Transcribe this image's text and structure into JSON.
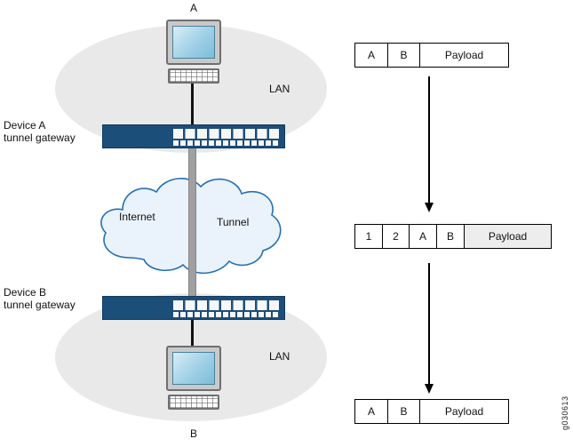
{
  "diagram": {
    "host_a_label": "A",
    "host_b_label": "B",
    "lan_top_label": "LAN",
    "lan_bottom_label": "LAN",
    "device_a_line1": "Device A",
    "device_a_line2": "tunnel gateway",
    "device_b_line1": "Device B",
    "device_b_line2": "tunnel gateway",
    "internet_label": "Internet",
    "tunnel_label": "Tunnel"
  },
  "packets": {
    "original": {
      "cells": [
        "A",
        "B",
        "Payload"
      ]
    },
    "encapsulated": {
      "cells": [
        "1",
        "2",
        "A",
        "B",
        "Payload"
      ]
    },
    "delivered": {
      "cells": [
        "A",
        "B",
        "Payload"
      ]
    }
  },
  "figure_id": "g030613",
  "colors": {
    "device_chassis": "#1b4e79",
    "cloud_stroke": "#2470b3",
    "cloud_fill": "#eaf3fb",
    "lan_ellipse": "#e9e9e9",
    "tunnel_bar": "#a0a0a0",
    "screen_blue": "#9fd0e6"
  }
}
